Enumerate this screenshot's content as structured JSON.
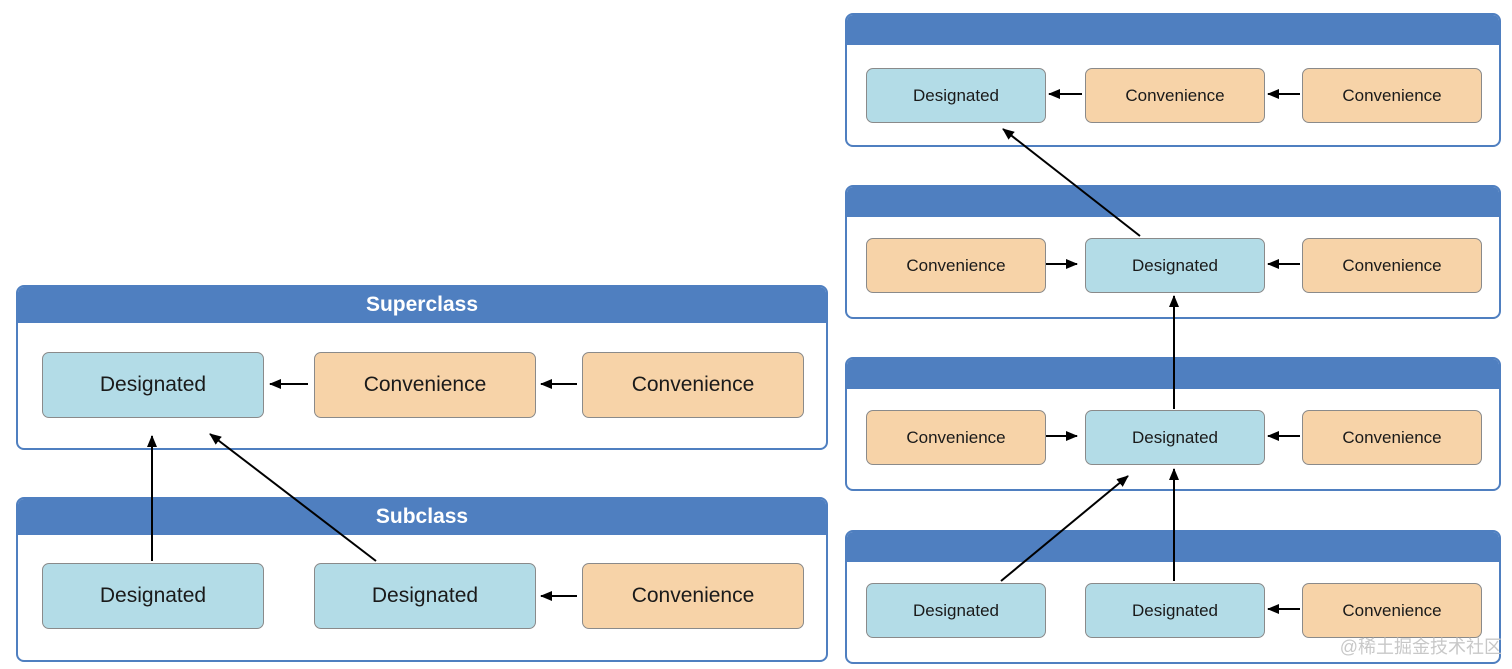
{
  "left": {
    "superclass": {
      "title": "Superclass",
      "nodes": [
        "Designated",
        "Convenience",
        "Convenience"
      ]
    },
    "subclass": {
      "title": "Subclass",
      "nodes": [
        "Designated",
        "Designated",
        "Convenience"
      ]
    }
  },
  "right": {
    "panel1": {
      "title": "",
      "nodes": [
        "Designated",
        "Convenience",
        "Convenience"
      ]
    },
    "panel2": {
      "title": "",
      "nodes": [
        "Convenience",
        "Designated",
        "Convenience"
      ]
    },
    "panel3": {
      "title": "",
      "nodes": [
        "Convenience",
        "Designated",
        "Convenience"
      ]
    },
    "panel4": {
      "title": "",
      "nodes": [
        "Designated",
        "Designated",
        "Convenience"
      ]
    }
  },
  "watermark": "@稀土掘金技术社区",
  "colors": {
    "header": "#4f7fc0",
    "designated": "#b3dce7",
    "convenience": "#f7d3a8"
  }
}
